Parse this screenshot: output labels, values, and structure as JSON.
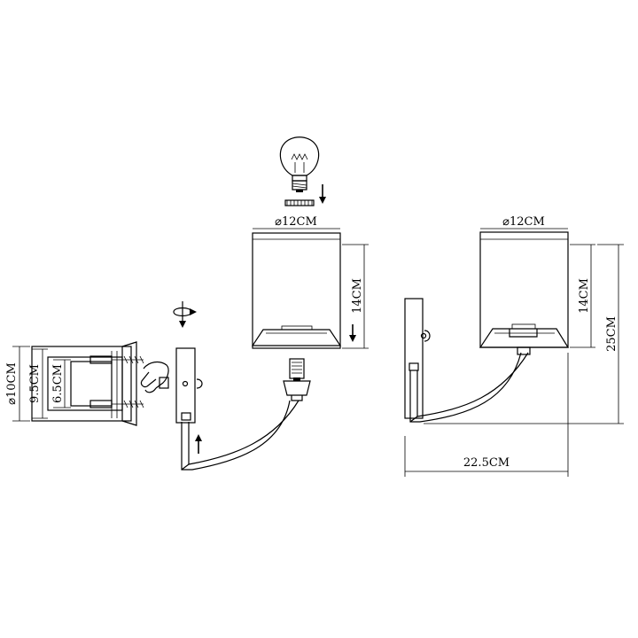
{
  "dimensions": {
    "install_shade_diameter": "⌀12CM",
    "install_shade_height": "14CM",
    "final_shade_diameter": "⌀12CM",
    "final_shade_height": "14CM",
    "total_height": "25CM",
    "total_width": "22.5CM",
    "base_diameter": "⌀10CM",
    "mount_spacing_outer": "9.5CM",
    "mount_spacing_inner": "6.5CM"
  }
}
